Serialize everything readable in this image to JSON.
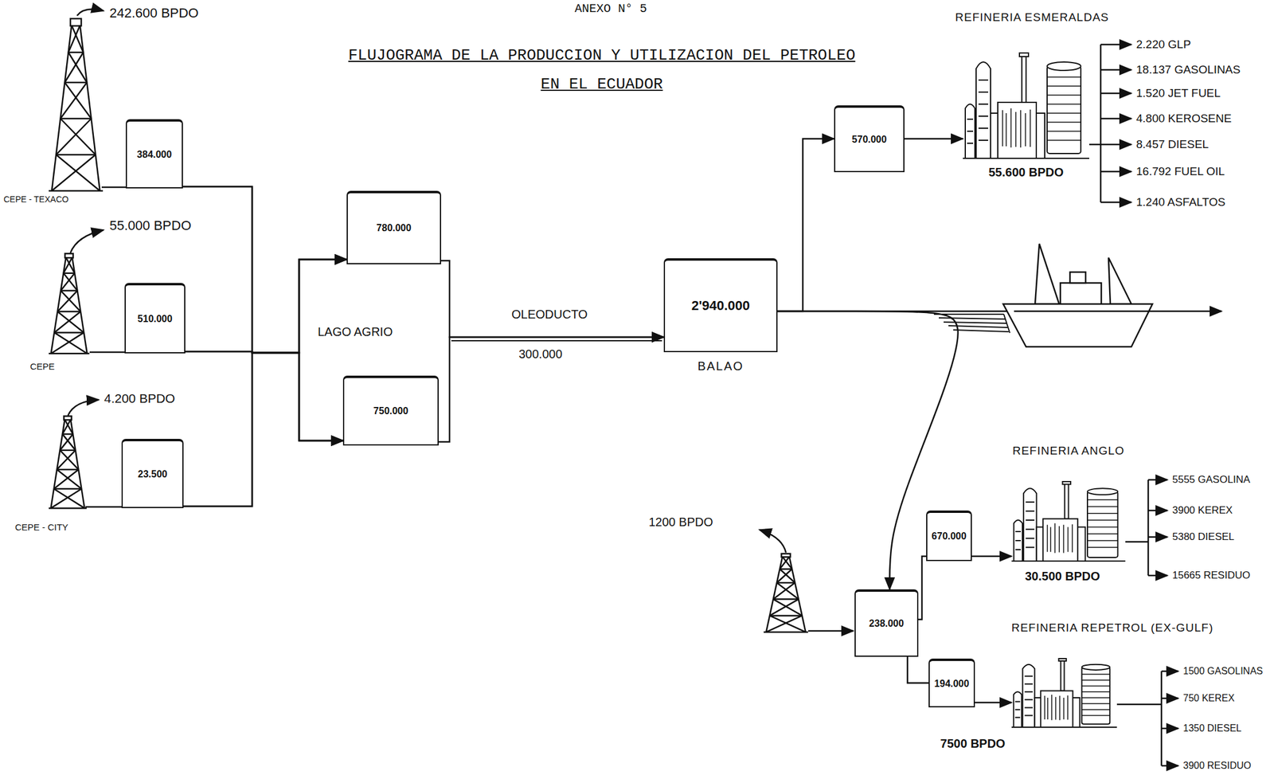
{
  "diagram": {
    "title": "FLUJOGRAMA DE LA PRODUCCION Y UTILIZACION DEL PETROLEO EN EL ECUADOR",
    "nodes": [
      {
        "text": [
          "384.000"
        ]
      },
      {
        "text": [
          "510.000"
        ]
      },
      {
        "text": [
          "23.500"
        ]
      },
      {
        "text": [
          "780.000"
        ]
      },
      {
        "text": [
          "750.000"
        ]
      },
      {
        "text": [
          "2'940.000",
          "BALAO"
        ]
      },
      {
        "text": [
          "570.000"
        ]
      },
      {
        "text": [
          "REFINERIA ESMERALDAS",
          "55.600 BPDO"
        ]
      },
      {
        "text": [
          "238.000"
        ]
      },
      {
        "text": [
          "670.000"
        ]
      },
      {
        "text": [
          "194.000"
        ]
      },
      {
        "text": [
          "REFINERIA ANGLO",
          "30.500 BPDO"
        ]
      },
      {
        "text": [
          "REFINERIA REPETROL (EX-GULF)",
          "7500 BPDO"
        ]
      }
    ],
    "edges": [
      {
        "from": 0,
        "to": 3,
        "arrow": "to"
      },
      {
        "from": 0,
        "to": 4,
        "arrow": "to"
      },
      {
        "from": 1,
        "to": 3,
        "arrow": "to"
      },
      {
        "from": 1,
        "to": 4,
        "arrow": "to"
      },
      {
        "from": 2,
        "to": 3,
        "arrow": "to"
      },
      {
        "from": 2,
        "to": 4,
        "arrow": "to"
      },
      {
        "from": 3,
        "to": 5,
        "arrow": "to"
      },
      {
        "from": 4,
        "to": 5,
        "arrow": "to"
      },
      {
        "from": 5,
        "to": 6,
        "arrow": "to"
      },
      {
        "from": 6,
        "to": 7,
        "arrow": "to"
      },
      {
        "from": 5,
        "to": 8,
        "arrow": "to"
      },
      {
        "from": 8,
        "to": 9,
        "arrow": "none"
      },
      {
        "from": 8,
        "to": 10,
        "arrow": "none"
      },
      {
        "from": 9,
        "to": 11,
        "arrow": "to"
      },
      {
        "from": 10,
        "to": 12,
        "arrow": "to"
      }
    ],
    "labels": [
      "ANEXO N° 5",
      "242.600 BPDO",
      "CEPE - TEXACO",
      "55.000 BPDO",
      "CEPE",
      "4.200 BPDO",
      "CEPE - CITY",
      "LAGO AGRIO",
      "OLEODUCTO",
      "300.000",
      "2.220 GLP",
      "18.137 GASOLINAS",
      "1.520 JET FUEL",
      "4.800 KEROSENE",
      "8.457 DIESEL",
      "16.792 FUEL OIL",
      "1.240 ASFALTOS",
      "1200 BPDO",
      "5555 GASOLINA",
      "3900 KEREX",
      "5380 DIESEL",
      "15665 RESIDUO",
      "1500 GASOLINAS",
      "750 KEREX",
      "1350 DIESEL",
      "3900 RESIDUO"
    ]
  }
}
